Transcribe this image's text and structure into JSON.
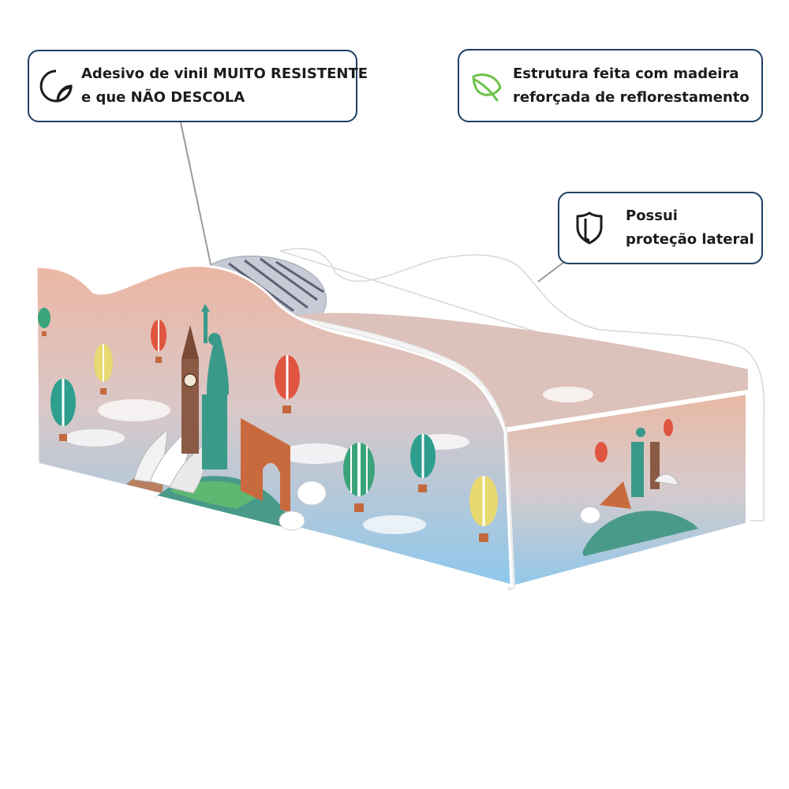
{
  "callouts": {
    "vinyl": {
      "line1": "Adesivo de vinil MUITO RESISTENTE",
      "line2": "e que NÃO DESCOLA",
      "icon": "sticker-peel-icon"
    },
    "wood": {
      "line1": "Estrutura feita com madeira",
      "line2": "reforçada de reflorestamento",
      "icon": "leaf-icon"
    },
    "protection": {
      "line1": "Possui",
      "line2": "proteção lateral",
      "icon": "shield-icon"
    }
  },
  "colors": {
    "callout_border": "#1f3f63",
    "leaf": "#6cc24a",
    "bed_frame": "#ffffff",
    "mattress": "#ddc1b9",
    "sky_top": "#eab8a6",
    "sky_bottom": "#8ec8ec"
  }
}
